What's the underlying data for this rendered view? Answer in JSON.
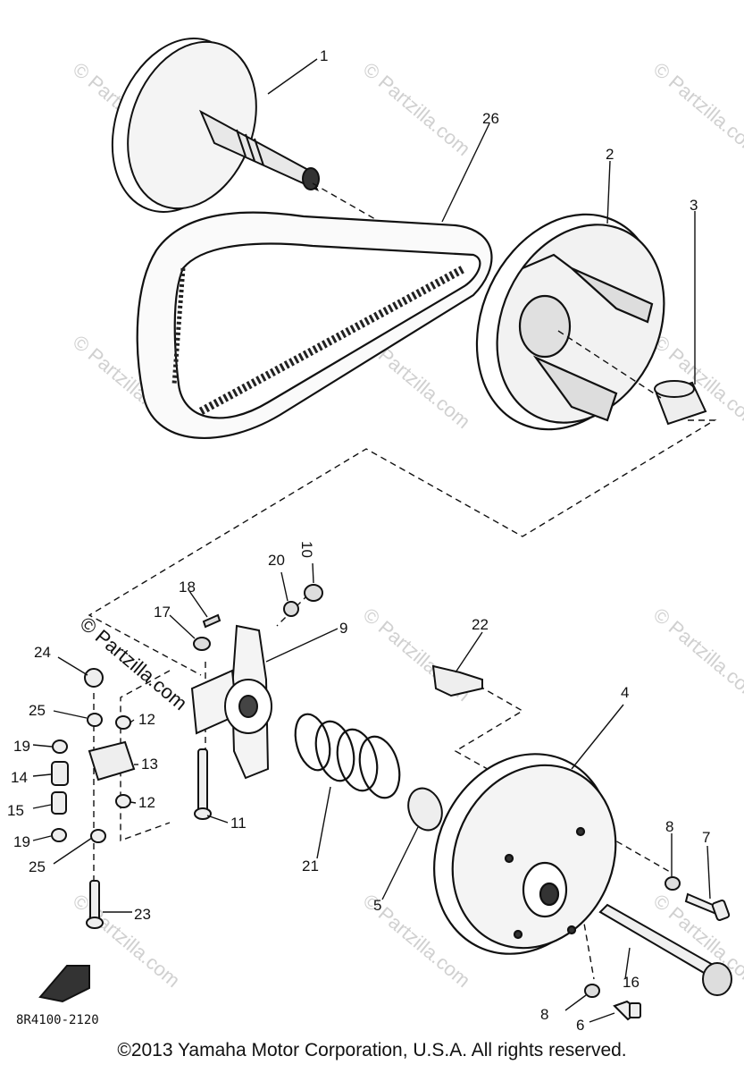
{
  "callouts": {
    "c1": "1",
    "c2": "2",
    "c3": "3",
    "c4": "4",
    "c5": "5",
    "c6": "6",
    "c7": "7",
    "c8a": "8",
    "c8b": "8",
    "c9": "9",
    "c10": "10",
    "c11": "11",
    "c12a": "12",
    "c12b": "12",
    "c13": "13",
    "c14": "14",
    "c15": "15",
    "c16": "16",
    "c17": "17",
    "c18": "18",
    "c19a": "19",
    "c19b": "19",
    "c20": "20",
    "c21": "21",
    "c22": "22",
    "c23": "23",
    "c24": "24",
    "c25a": "25",
    "c25b": "25",
    "c26": "26"
  },
  "watermark": "© Partzilla.com",
  "part_number": "8R4100-2120",
  "copyright": "©2013  Yamaha Motor Corporation, U.S.A. All rights reserved."
}
